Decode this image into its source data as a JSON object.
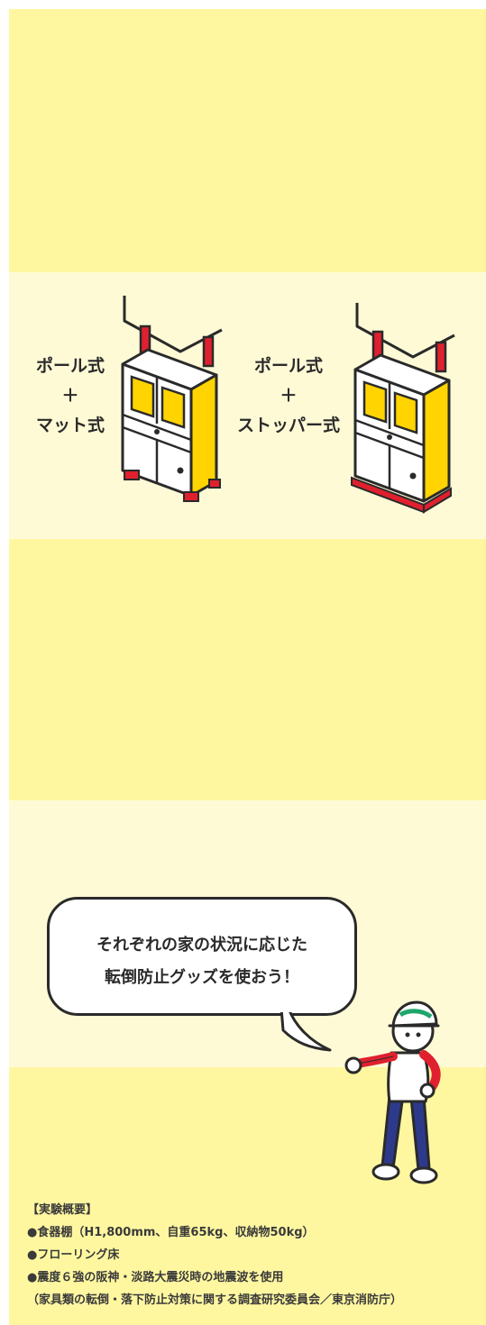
{
  "panels": {
    "left": {
      "line1": "ポール式",
      "plus": "＋",
      "line2": "マット式"
    },
    "right": {
      "line1": "ポール式",
      "plus": "＋",
      "line2": "ストッパー式"
    }
  },
  "bubble": {
    "line1": "それぞれの家の状況に応じた",
    "line2": "転倒防止グッズを使おう！"
  },
  "notes": {
    "heading": "【実験概要】",
    "item1": "●食器棚（H1,800mm、自重65kg、収納物50kg）",
    "item2": "●フローリング床",
    "item3": "●震度６強の阪神・淡路大震災時の地震波を使用",
    "source": "（家具類の転倒・落下防止対策に関する調査研究委員会／東京消防庁）"
  },
  "colors": {
    "band_yellow": "#fff7a0",
    "band_cream": "#fffad6",
    "cabinet_side": "#ffd400",
    "accent_red": "#e0202e",
    "outline": "#2a2a2a"
  }
}
